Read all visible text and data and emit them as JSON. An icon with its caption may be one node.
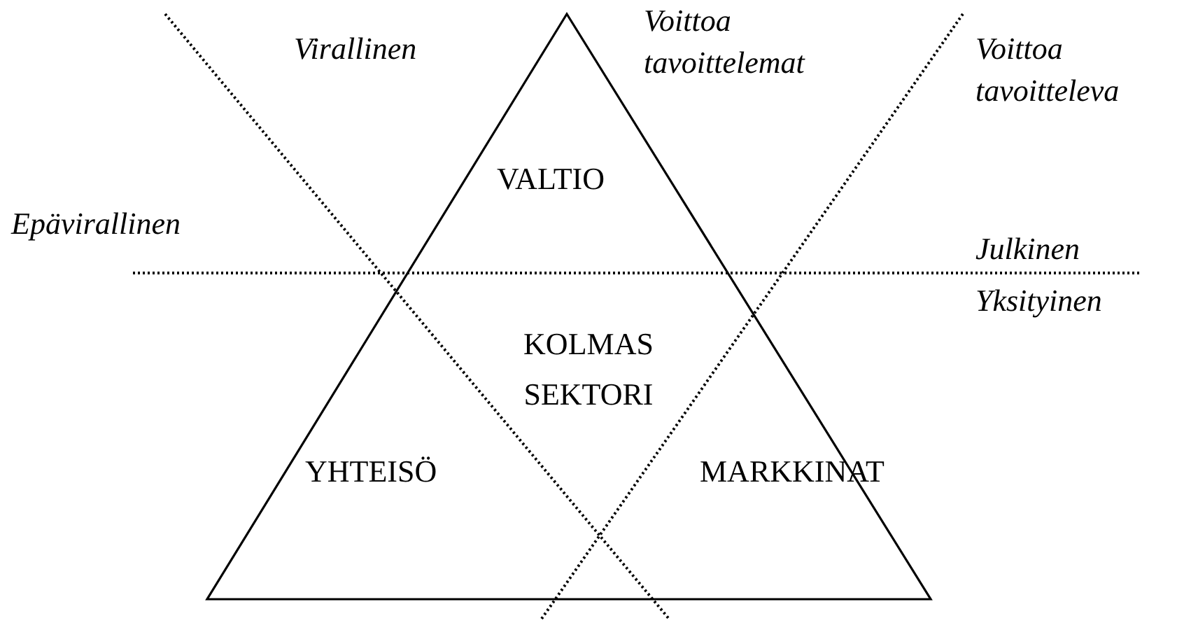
{
  "diagram": {
    "labels": [
      "Virallinen",
      "Voittoa tavoittelemat",
      "Voittoa tavoitteleva",
      "VALTIO",
      "Epävirallinen",
      "Julkinen",
      "Yksityinen",
      "KOLMAS SEKTORI",
      "YHTEISÖ",
      "MARKKINAT"
    ]
  }
}
